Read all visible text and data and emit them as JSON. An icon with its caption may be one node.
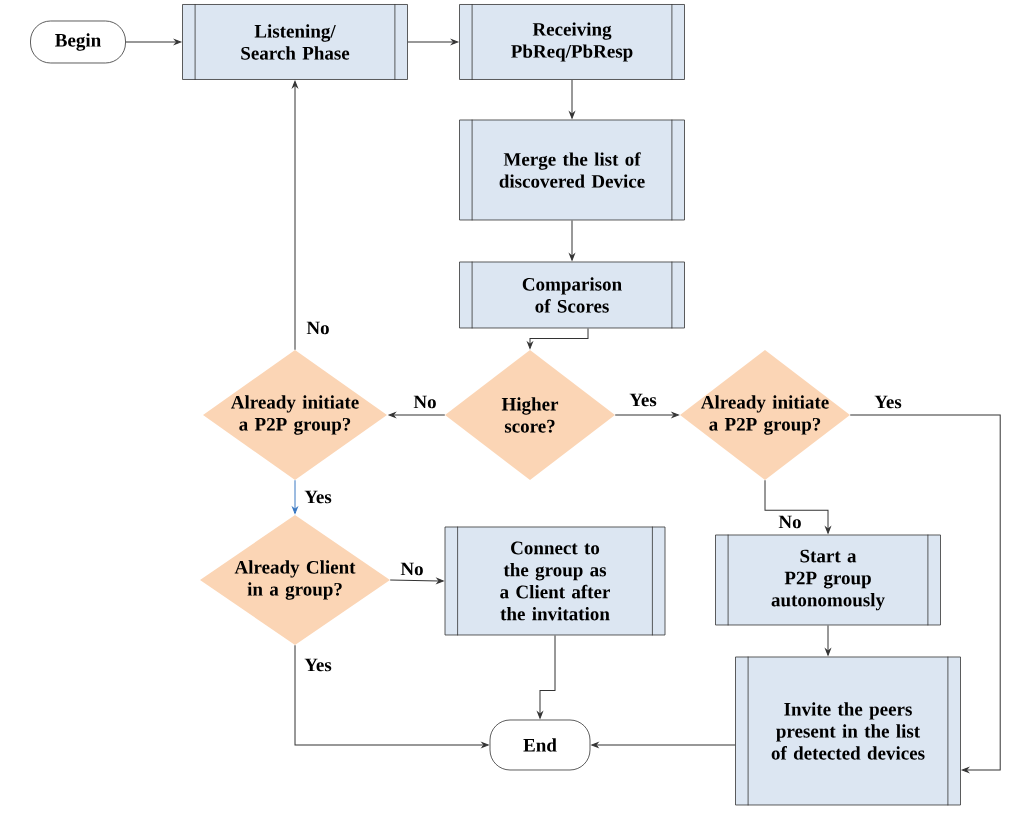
{
  "diagram": {
    "nodes": [
      {
        "text": [
          "Begin"
        ]
      },
      {
        "text": [
          "Listening/ Search Phase"
        ]
      },
      {
        "text": [
          "Receiving PbReq/PbResp"
        ]
      },
      {
        "text": [
          "Merge the list of discovered Device"
        ]
      },
      {
        "text": [
          "Comparison of Scores"
        ]
      },
      {
        "text": [
          "Higher score?"
        ]
      },
      {
        "text": [
          "Already initiate a P2P group?"
        ]
      },
      {
        "text": [
          "Already initiate a P2P group?"
        ]
      },
      {
        "text": [
          "Already Client in a group?"
        ]
      },
      {
        "text": [
          "Connect to the group as a Client after the invitation"
        ]
      },
      {
        "text": [
          "Start a P2P group autonomously"
        ]
      },
      {
        "text": [
          "Invite the peers present in the list of detected devices"
        ]
      },
      {
        "text": [
          "End"
        ]
      }
    ],
    "edges": [
      {
        "from": 0,
        "to": 1,
        "arrow": "to"
      },
      {
        "from": 1,
        "to": 2,
        "arrow": "to"
      },
      {
        "from": 2,
        "to": 3,
        "arrow": "to"
      },
      {
        "from": 3,
        "to": 4,
        "arrow": "to"
      },
      {
        "from": 4,
        "to": 5,
        "arrow": "to"
      },
      {
        "from": 5,
        "to": 6,
        "arrow": "to",
        "label": "No"
      },
      {
        "from": 5,
        "to": 7,
        "arrow": "to",
        "label": "Yes"
      },
      {
        "from": 6,
        "to": 1,
        "arrow": "to",
        "label": "No"
      },
      {
        "from": 6,
        "to": 8,
        "arrow": "to",
        "label": "Yes",
        "color": "#3a78c2"
      },
      {
        "from": 7,
        "to": 10,
        "arrow": "to",
        "label": "No"
      },
      {
        "from": 7,
        "to": 11,
        "arrow": "to",
        "label": "Yes"
      },
      {
        "from": 8,
        "to": 9,
        "arrow": "to",
        "label": "No"
      },
      {
        "from": 8,
        "to": 12,
        "arrow": "to",
        "label": "Yes"
      },
      {
        "from": 9,
        "to": 12,
        "arrow": "to"
      },
      {
        "from": 10,
        "to": 11,
        "arrow": "to"
      },
      {
        "from": 11,
        "to": 12,
        "arrow": "to"
      }
    ]
  }
}
